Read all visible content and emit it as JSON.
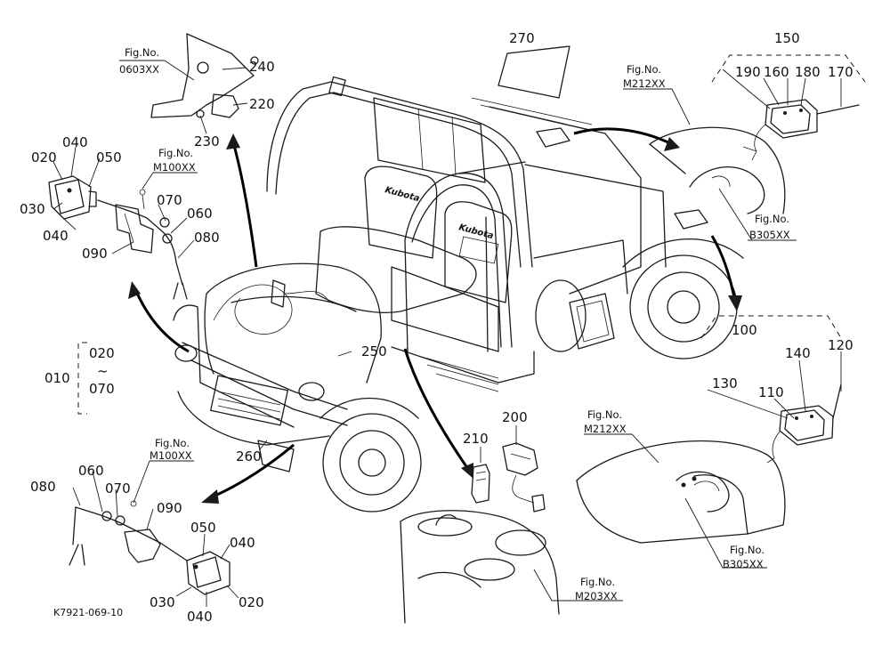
{
  "drawing_code": "K7921-069-10",
  "callouts": {
    "c010": "010",
    "c020a": "020",
    "c070a": "070",
    "tilde": "~",
    "c020": "020",
    "c030": "030",
    "c040": "040",
    "c040b": "040",
    "c050": "050",
    "c060": "060",
    "c070": "070",
    "c080": "080",
    "c090": "090",
    "c220": "220",
    "c230": "230",
    "c240": "240",
    "c250": "250",
    "c260": "260",
    "c270": "270",
    "c150": "150",
    "c190": "190",
    "c160": "160",
    "c180": "180",
    "c170": "170",
    "c100": "100",
    "c110": "110",
    "c120": "120",
    "c130": "130",
    "c140": "140",
    "c200": "200",
    "c210": "210",
    "l080": "080",
    "l060": "060",
    "l070": "070",
    "l090": "090",
    "l050": "050",
    "l040": "040",
    "l030": "030",
    "l040b": "040",
    "l020": "020"
  },
  "fig_refs": {
    "f1_label": "Fig.No.",
    "f1_num": "0603XX",
    "f2_label": "Fig.No.",
    "f2_num": "M100XX",
    "f3_label": "Fig.No.",
    "f3_num": "M212XX",
    "f4_label": "Fig.No.",
    "f4_num": "B305XX",
    "f5_label": "Fig.No.",
    "f5_num": "M100XX",
    "f6_label": "Fig.No.",
    "f6_num": "M212XX",
    "f7_label": "Fig.No.",
    "f7_num": "B305XX",
    "f8_label": "Fig.No.",
    "f8_num": "M203XX"
  }
}
